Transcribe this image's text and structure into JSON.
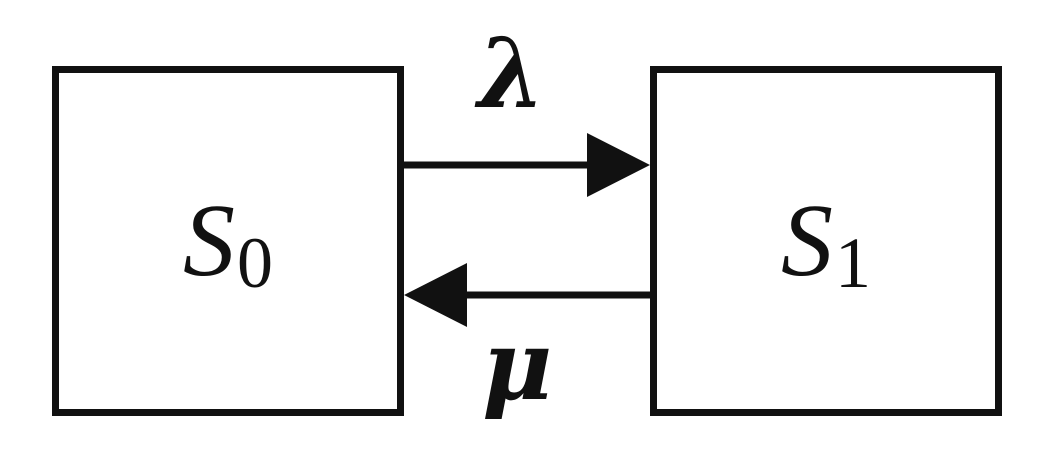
{
  "states": [
    {
      "symbol": "S",
      "subscript": "0"
    },
    {
      "symbol": "S",
      "subscript": "1"
    }
  ],
  "transitions": [
    {
      "from": "S0",
      "to": "S1",
      "rate": "λ"
    },
    {
      "from": "S1",
      "to": "S0",
      "rate": "μ"
    }
  ],
  "colors": {
    "stroke": "#111111",
    "background": "#ffffff"
  }
}
